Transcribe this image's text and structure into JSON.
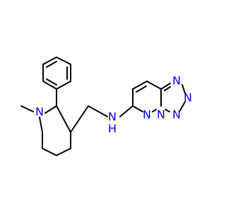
{
  "structure": {
    "atoms": {
      "piperidine_n": "N",
      "amine_n": "N",
      "amine_h": "H",
      "pyridazine_n": "N",
      "bridge_n": "N",
      "tetrazole_n1": "N",
      "tetrazole_n2": "N",
      "tetrazole_n3": "N"
    }
  },
  "colors": {
    "bond": "#000000",
    "heteroatom": "#0000ff",
    "background": "#ffffff"
  }
}
